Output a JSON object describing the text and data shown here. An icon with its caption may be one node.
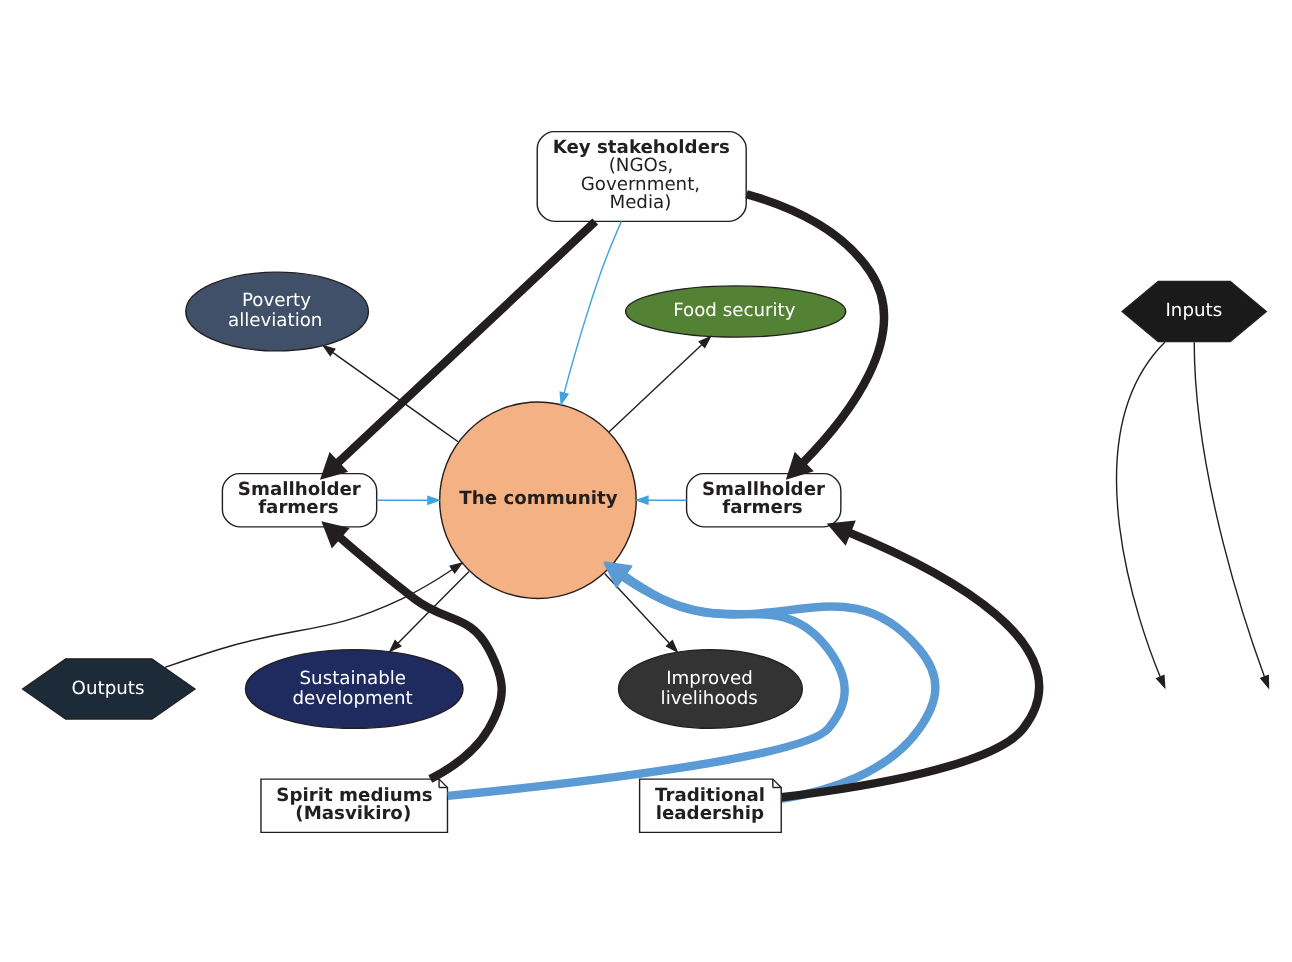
{
  "diagram": {
    "nodes": [
      {
        "text": [
          "Key stakeholders",
          "(NGOs, Government, Media)"
        ]
      },
      {
        "text": [
          "Poverty alleviation"
        ]
      },
      {
        "text": [
          "Food security"
        ]
      },
      {
        "text": [
          "Inputs"
        ]
      },
      {
        "text": [
          "Smallholder farmers"
        ]
      },
      {
        "text": [
          "The community"
        ]
      },
      {
        "text": [
          "Smallholder farmers"
        ]
      },
      {
        "text": [
          "Sustainable development"
        ]
      },
      {
        "text": [
          "Improved livelihoods"
        ]
      },
      {
        "text": [
          "Outputs"
        ]
      },
      {
        "text": [
          "Spirit mediums (Masvikiro)"
        ]
      },
      {
        "text": [
          "Traditional leadership"
        ]
      }
    ],
    "edges": [
      {
        "from": 0,
        "to": 4,
        "arrow": "to",
        "style": "thick"
      },
      {
        "from": 0,
        "to": 6,
        "arrow": "to",
        "style": "thick"
      },
      {
        "from": 0,
        "to": 5,
        "arrow": "to",
        "color": "#41a3dd"
      },
      {
        "from": 3,
        "to": null,
        "arrow": "to"
      },
      {
        "from": 3,
        "to": null,
        "arrow": "to"
      },
      {
        "from": 4,
        "to": 5,
        "arrow": "to",
        "color": "#41a3dd"
      },
      {
        "from": 6,
        "to": 5,
        "arrow": "to",
        "color": "#41a3dd"
      },
      {
        "from": 5,
        "to": 1,
        "arrow": "to"
      },
      {
        "from": 5,
        "to": 2,
        "arrow": "to"
      },
      {
        "from": 5,
        "to": 7,
        "arrow": "to"
      },
      {
        "from": 5,
        "to": 8,
        "arrow": "to"
      },
      {
        "from": 9,
        "to": 5,
        "arrow": "to"
      },
      {
        "from": 10,
        "to": 4,
        "arrow": "to",
        "style": "thick"
      },
      {
        "from": 11,
        "to": 6,
        "arrow": "to",
        "style": "thick"
      },
      {
        "from": 10,
        "to": 5,
        "arrow": "to",
        "style": "thick",
        "color": "#5b9bd5"
      },
      {
        "from": 11,
        "to": 5,
        "arrow": "to",
        "style": "thick",
        "color": "#5b9bd5"
      }
    ]
  }
}
